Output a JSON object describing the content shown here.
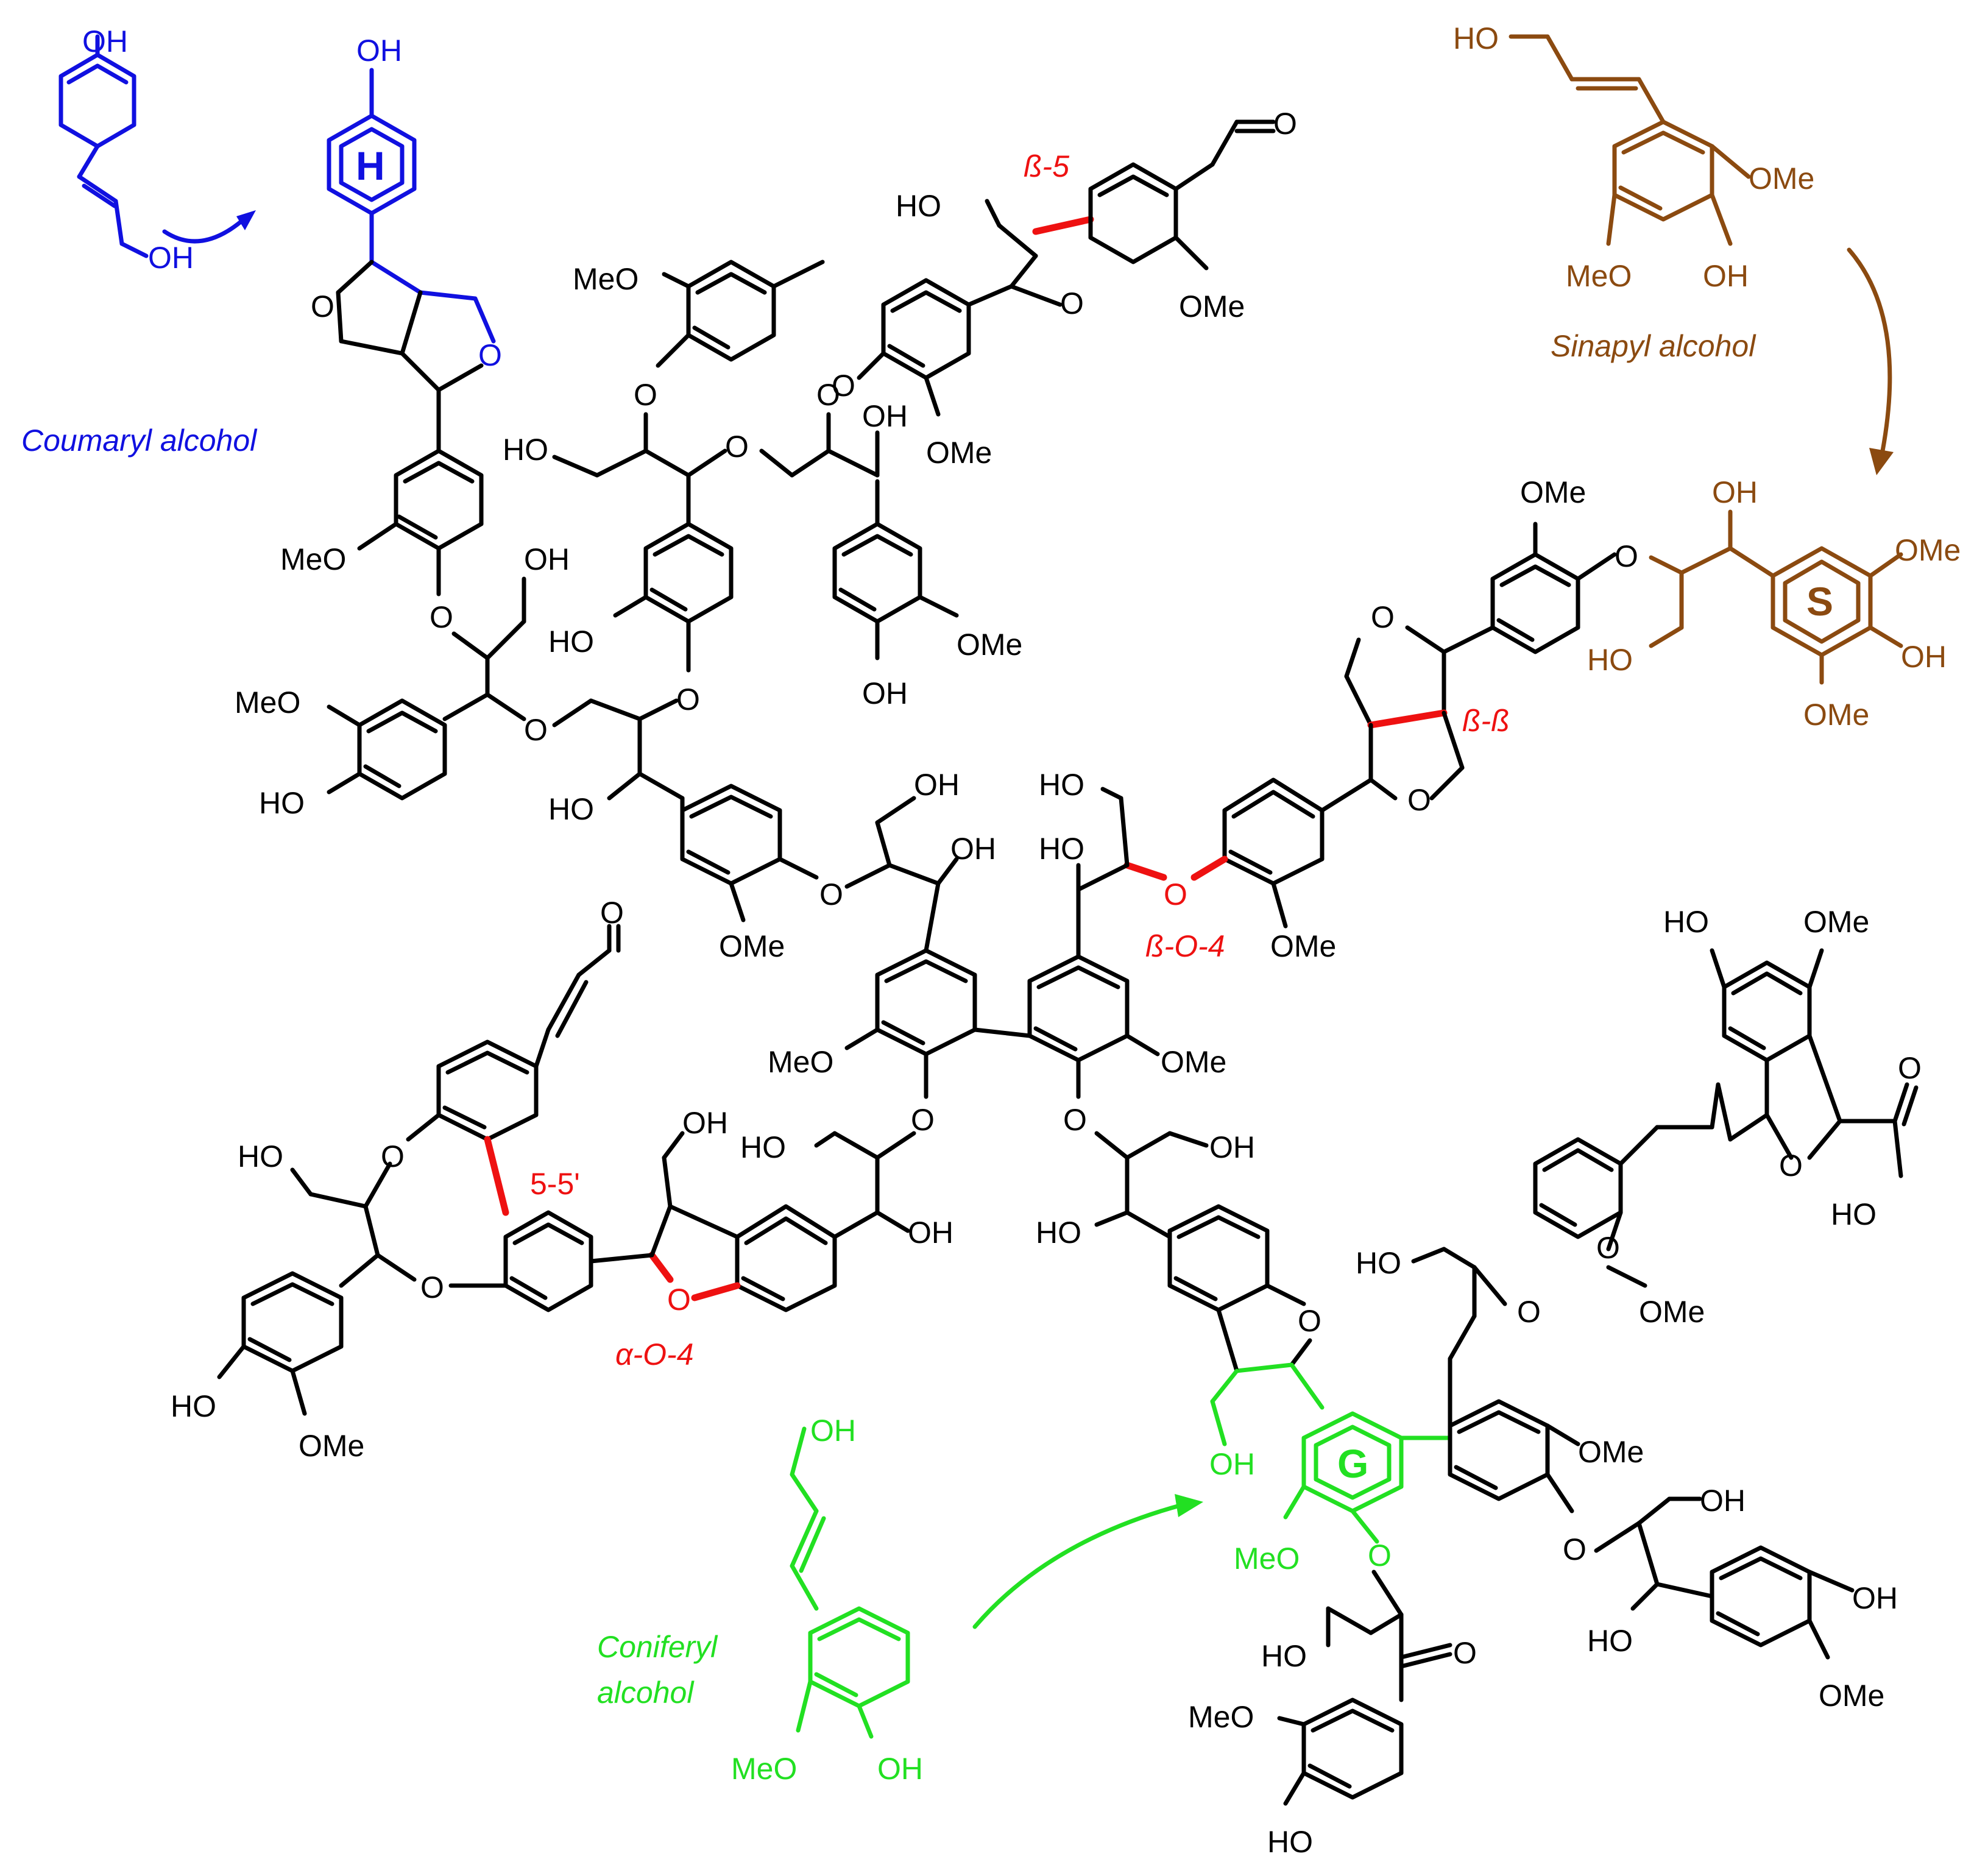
{
  "colors": {
    "black": "#000000",
    "coumaryl": "#1010e0",
    "sinapyl": "#8b4a10",
    "coniferyl": "#22e022",
    "linkage": "#ee1111"
  },
  "monomers": {
    "coumaryl_name": "Coumaryl alcohol",
    "sinapyl_name": "Sinapyl alcohol",
    "coniferyl_name_line1": "Coniferyl",
    "coniferyl_name_line2": "alcohol"
  },
  "unit_labels": {
    "h": "H",
    "s": "S",
    "g": "G"
  },
  "linkages": {
    "beta5": "ß-5",
    "betabeta": "ß-ß",
    "betaO4": "ß-O-4",
    "five5": "5-5'",
    "alphaO4": "α-O-4"
  },
  "atoms": {
    "oh": "OH",
    "ho": "HO",
    "ome": "OMe",
    "meo": "MeO",
    "o": "O"
  }
}
